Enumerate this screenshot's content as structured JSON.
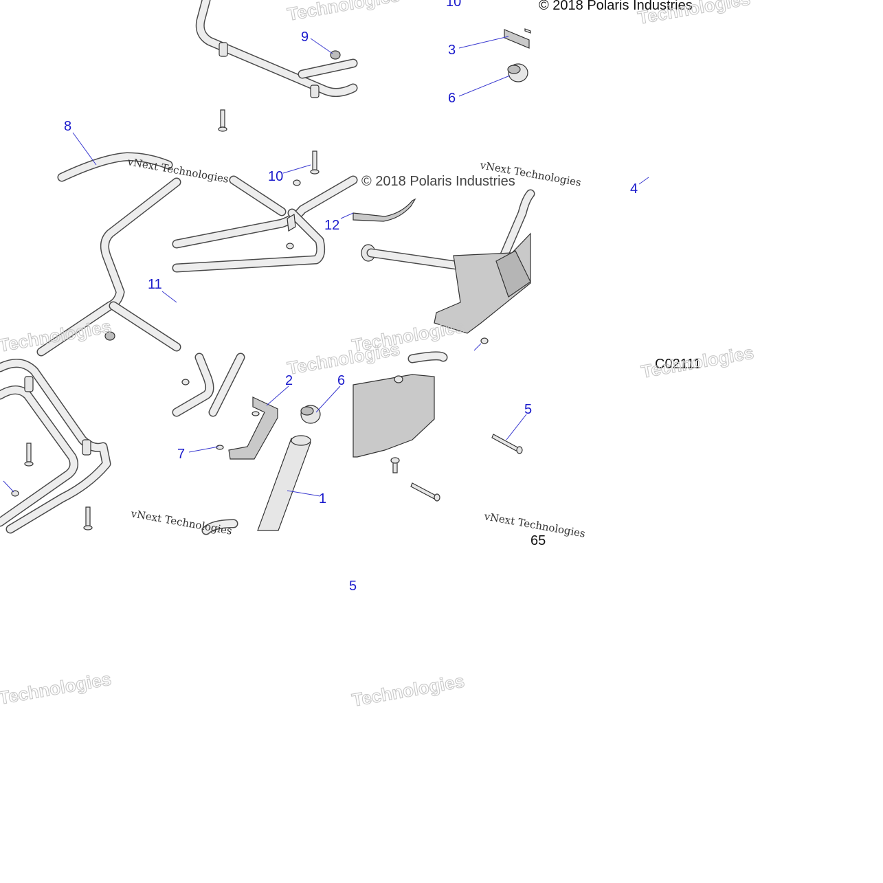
{
  "diagram": {
    "callouts": [
      "10",
      "3",
      "6",
      "9",
      "8",
      "10",
      "4",
      "12",
      "11",
      "2",
      "6",
      "7",
      "1",
      "5",
      "5"
    ],
    "copyright": "© 2018 Polaris Industries",
    "copyright_partial": "© 2018 Polaris Industries",
    "part_number": "C02111",
    "page_number": "65",
    "watermark_line1": "vNext Technologies",
    "watermark_line2": "Technologies"
  }
}
